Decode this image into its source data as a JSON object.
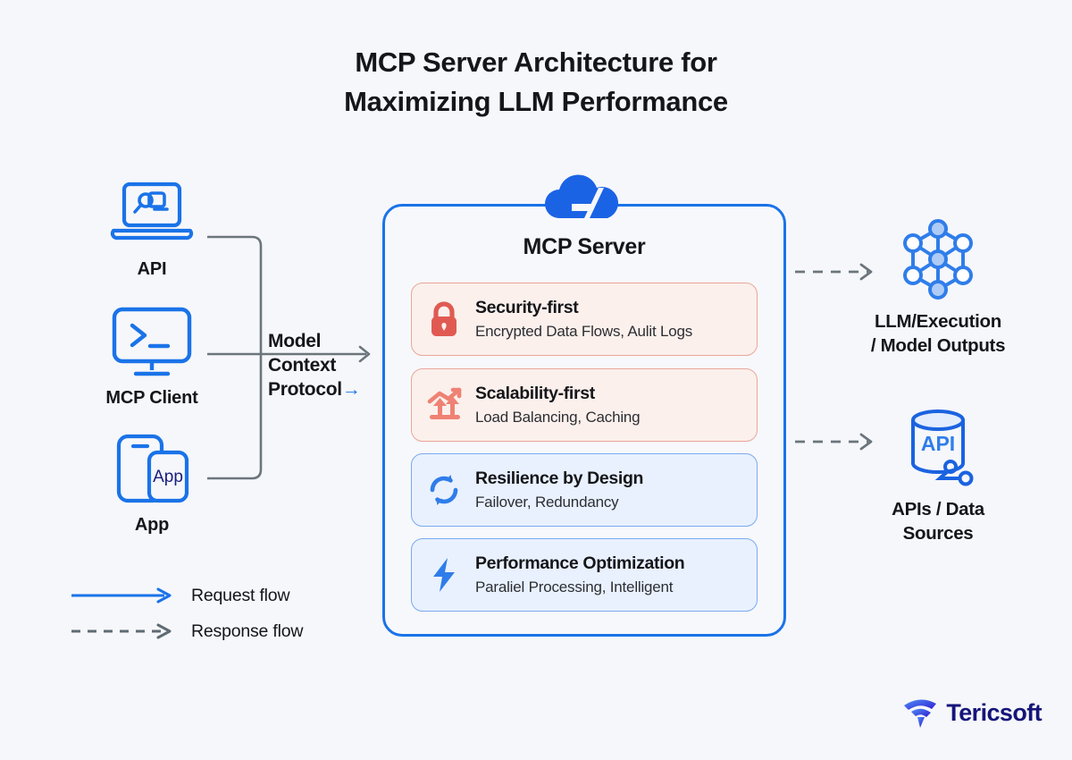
{
  "title": {
    "line1": "MCP Server Architecture for",
    "line2": "Maximizing LLM Performance"
  },
  "sources": [
    {
      "label": "API",
      "icon": "laptop-api-icon"
    },
    {
      "label": "MCP Client",
      "icon": "desktop-terminal-icon"
    },
    {
      "label": "App",
      "icon": "mobile-app-icon",
      "badge": "App"
    }
  ],
  "connector": {
    "protocol_line1": "Model",
    "protocol_line2": "Context",
    "protocol_line3": "Protocol",
    "arrow_glyph": "→"
  },
  "server": {
    "title": "MCP Server",
    "cloud_icon": "cloud-icon",
    "border_color": "#1a73e8",
    "cards": [
      {
        "title": "Security-first",
        "subtitle": "Encrypted Data Flows, Aulit Logs",
        "icon": "lock-icon",
        "theme": "red",
        "accent": "#e05a52"
      },
      {
        "title": "Scalability-first",
        "subtitle": "Load Balancing, Caching",
        "icon": "growth-chart-icon",
        "theme": "red",
        "accent": "#ef8274"
      },
      {
        "title": "Resilience by Design",
        "subtitle": "Failover, Redundancy",
        "icon": "refresh-sync-icon",
        "theme": "blue",
        "accent": "#2f7dea"
      },
      {
        "title": "Performance Optimization",
        "subtitle": "Paraliel Processing, Intelligent",
        "icon": "lightning-bolt-icon",
        "theme": "blue",
        "accent": "#2f7dea"
      }
    ]
  },
  "outputs": [
    {
      "icon": "neural-network-icon",
      "line1": "LLM/Execution",
      "line2": "/ Model Outputs"
    },
    {
      "icon": "database-api-icon",
      "badge": "API",
      "line1": "APIs / Data",
      "line2": "Sources"
    }
  ],
  "legend": [
    {
      "label": "Request flow",
      "style": "solid",
      "color": "#1a73e8",
      "icon": "solid-arrow-icon"
    },
    {
      "label": "Response flow",
      "style": "dashed",
      "color": "#5f6b73",
      "icon": "dashed-arrow-icon"
    }
  ],
  "brand": {
    "name": "Tericsoft",
    "mark": "tericsoft-logo-icon"
  }
}
